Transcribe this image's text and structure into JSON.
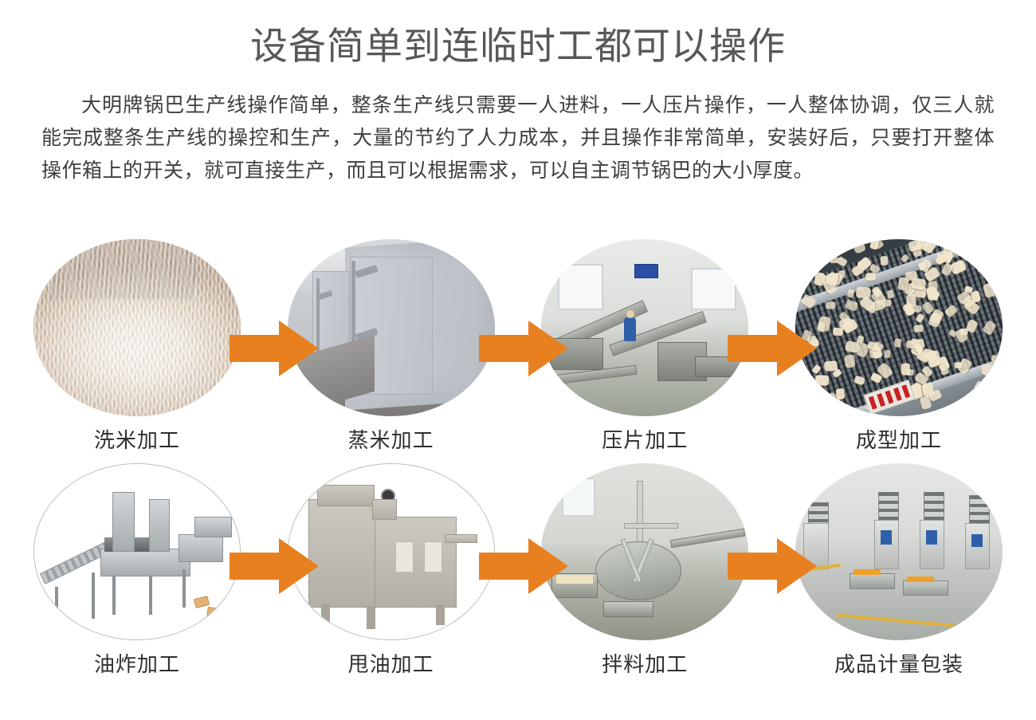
{
  "page": {
    "title": "设备简单到连临时工都可以操作",
    "intro": "大明牌锅巴生产线操作简单，整条生产线只需要一人进料，一人压片操作，一人整体协调，仅三人就能完成整条生产线的操控和生产，大量的节约了人力成本，并且操作非常简单，安装好后，只要打开整体操作箱上的开关，就可直接生产，而且可以根据需求，可以自主调节锅巴的大小厚度。"
  },
  "colors": {
    "title_gray": "#585858",
    "body_gray": "#3f3f3f",
    "arrow_orange": "#e8801f",
    "label_dark": "#2f2f2f"
  },
  "flow": {
    "arrow_icon": "right-arrow-icon",
    "rows": [
      {
        "cells": [
          {
            "label": "洗米加工",
            "photo": "washed-rice-photo"
          },
          {
            "label": "蒸米加工",
            "photo": "steaming-chamber-photo"
          },
          {
            "label": "压片加工",
            "photo": "sheet-pressing-line-photo"
          },
          {
            "label": "成型加工",
            "photo": "forming-conveyor-photo"
          }
        ]
      },
      {
        "cells": [
          {
            "label": "油炸加工",
            "photo": "frying-line-photo"
          },
          {
            "label": "甩油加工",
            "photo": "de-oiling-machine-photo"
          },
          {
            "label": "拌料加工",
            "photo": "seasoning-drum-photo"
          },
          {
            "label": "成品计量包装",
            "photo": "packaging-workshop-photo"
          }
        ]
      }
    ]
  }
}
